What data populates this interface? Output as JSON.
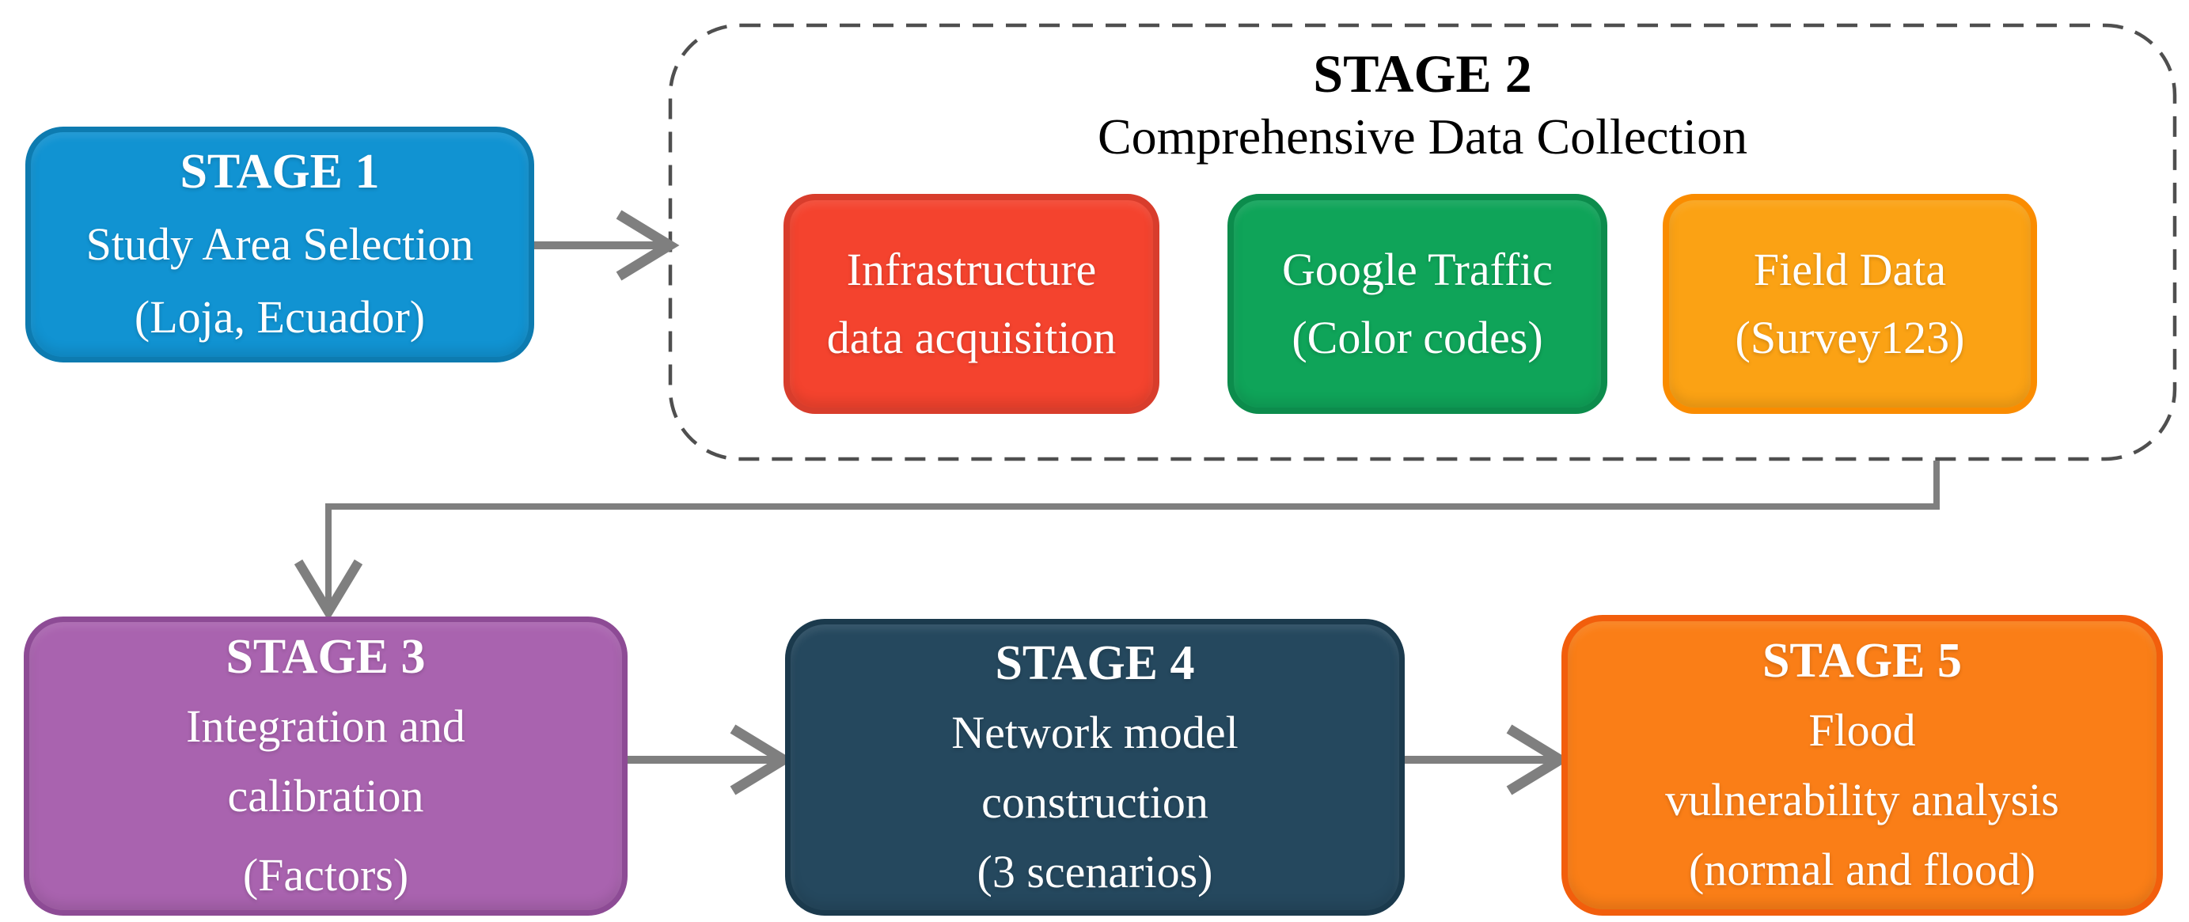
{
  "figure": {
    "background": "#ffffff",
    "arrow_color": "#7f7f7f",
    "dash_border_color": "#4f4f4f",
    "stages": {
      "stage1": {
        "title": "STAGE 1",
        "line1": "Study Area Selection",
        "line2": "(Loja, Ecuador)",
        "fill": "#1193d2",
        "border": "#0d7bb0",
        "text_color": "#ffffff"
      },
      "stage2": {
        "title": "STAGE 2",
        "subtitle": "Comprehensive Data Collection",
        "text_color": "#000000",
        "sub_boxes": [
          {
            "name": "infrastructure-data-acquisition",
            "line1": "Infrastructure",
            "line2": "data acquisition",
            "fill": "#f4432e",
            "border": "#d83d2c"
          },
          {
            "name": "google-traffic",
            "line1": "Google Traffic",
            "line2": "(Color codes)",
            "fill": "#0fa459",
            "border": "#0c8c4c"
          },
          {
            "name": "field-data",
            "line1": "Field Data",
            "line2": "(Survey123)",
            "fill": "#fba214",
            "border": "#fa8c00"
          }
        ]
      },
      "stage3": {
        "title": "STAGE 3",
        "line1": "Integration and",
        "line2": "calibration",
        "line3": "(Factors)",
        "fill": "#a963af",
        "border": "#8d4b95",
        "text_color": "#ffffff"
      },
      "stage4": {
        "title": "STAGE 4",
        "line1": "Network model",
        "line2": "construction",
        "line3": "(3 scenarios)",
        "fill": "#25485e",
        "border": "#1b3a4d",
        "text_color": "#ffffff"
      },
      "stage5": {
        "title": "STAGE 5",
        "line1": "Flood",
        "line2": "vulnerability analysis",
        "line3": "(normal and flood)",
        "fill": "#fa7e17",
        "border": "#f25e0c",
        "text_color": "#ffffff"
      }
    },
    "flow": [
      "stage1 -> stage2",
      "stage2 -> stage3",
      "stage3 -> stage4",
      "stage4 -> stage5"
    ]
  }
}
